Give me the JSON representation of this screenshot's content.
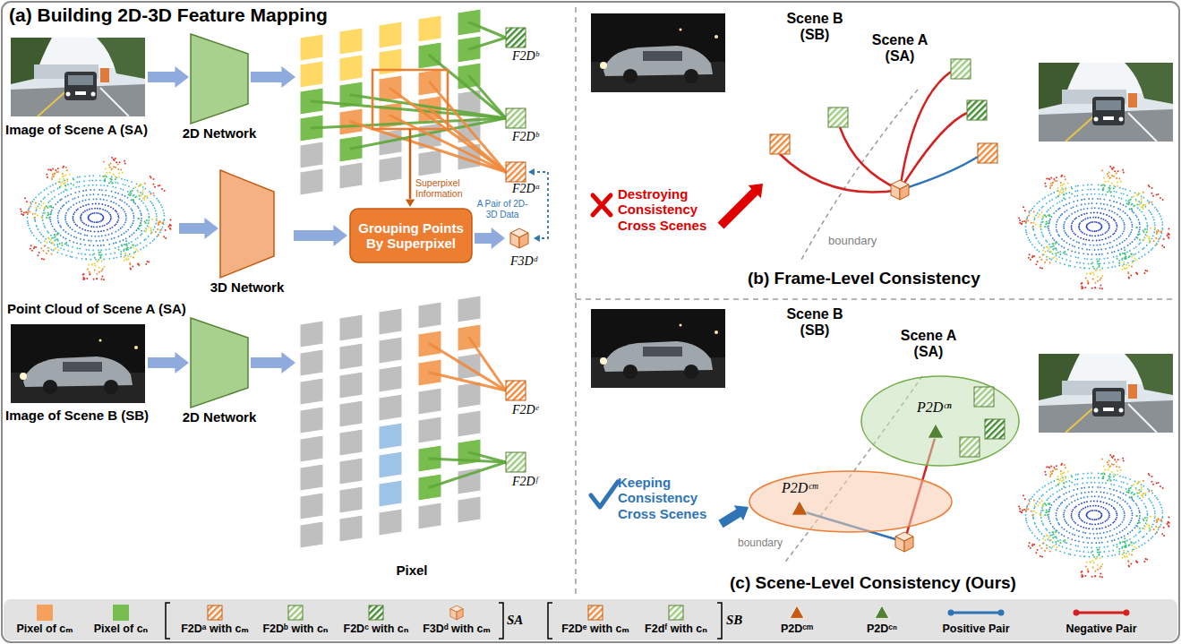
{
  "diagram": {
    "nodes": [
      {
        "text": [
          "2D Network"
        ]
      },
      {
        "text": [
          "3D Network"
        ]
      },
      {
        "text": [
          "Grouping Points By Superpixel"
        ]
      },
      {
        "text": [
          "2D Network"
        ]
      },
      {
        "text": [
          "P2Dᶜⁿ"
        ]
      },
      {
        "text": [
          "P2Dᶜᵐ"
        ]
      }
    ],
    "edges": [
      {
        "from": 1,
        "to": 2,
        "arrow": "to"
      }
    ],
    "labels": [
      "(a) Building 2D-3D Feature Mapping",
      "Image of Scene A (SA)",
      "F2Dᵇ",
      "F2Dᵇ",
      "F2Dᵃ",
      "Superpixel Information",
      "A Pair of 2D-3D Data",
      "F3Dᵈ",
      "Point Cloud of Scene A (SA)",
      "Image of Scene B (SB)",
      "F2Dᵉ",
      "F2Dᶠ",
      "Pixel",
      "Scene B (SB)",
      "Scene A (SA)",
      "Destroying Consistency Cross Scenes",
      "boundary",
      "(b) Frame-Level Consistency",
      "Scene B (SB)",
      "Scene A (SA)",
      "Keeping Consistency Cross Scenes",
      "boundary",
      "(c) Scene-Level Consistency (Ours)",
      "SA",
      "SB"
    ],
    "legend": [
      {
        "text": "Pixel of cₘ",
        "color": "#F4A15D"
      },
      {
        "text": "Pixel of cₙ",
        "color": "#78BE4E"
      },
      {
        "text": "F2Dᵃ with cₘ"
      },
      {
        "text": "F2Dᵇ with cₙ"
      },
      {
        "text": "F2Dᶜ with cₙ"
      },
      {
        "text": "F3Dᵈ with cₘ"
      },
      {
        "text": "F2Dᵉ with cₘ"
      },
      {
        "text": "F2dᶠ with cₙ"
      },
      {
        "text": "P2Dᶜᵐ"
      },
      {
        "text": "P2Dᶜⁿ"
      },
      {
        "text": "Positive Pair"
      },
      {
        "text": "Negative Pair"
      }
    ]
  }
}
